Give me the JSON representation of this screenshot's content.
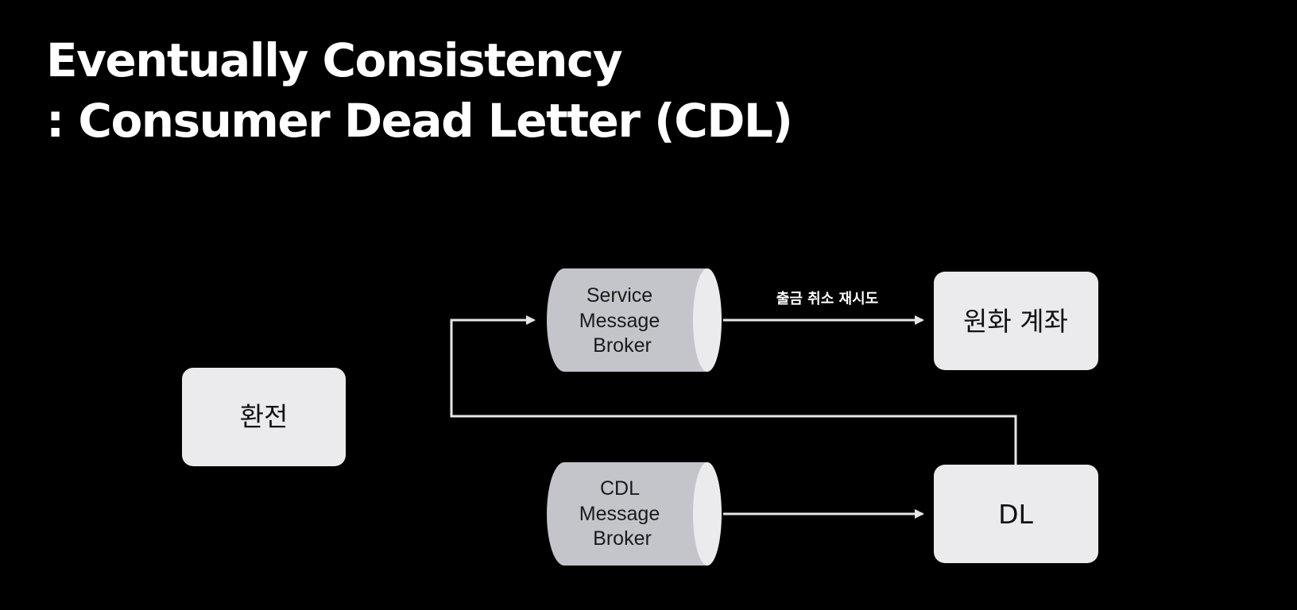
{
  "title": {
    "line1": "Eventually Consistency",
    "line2": ": Consumer Dead Letter (CDL)"
  },
  "nodes": {
    "exchange": {
      "label": "환전"
    },
    "service_broker": {
      "line1": "Service",
      "line2": "Message",
      "line3": "Broker"
    },
    "cdl_broker": {
      "line1": "CDL",
      "line2": "Message",
      "line3": "Broker"
    },
    "fx_account": {
      "label": "원화 계좌"
    },
    "dl": {
      "label": "DL"
    }
  },
  "edges": {
    "service_to_account": {
      "label": "출금 취소 재시도"
    },
    "cdl_to_dl": {
      "label": ""
    },
    "dl_to_service": {
      "label": ""
    }
  },
  "colors": {
    "background": "#000000",
    "box_fill": "#ebebed",
    "cylinder_body": "#c3c5cb",
    "cylinder_cap": "#ebebed",
    "arrow": "#e6e6e6"
  }
}
